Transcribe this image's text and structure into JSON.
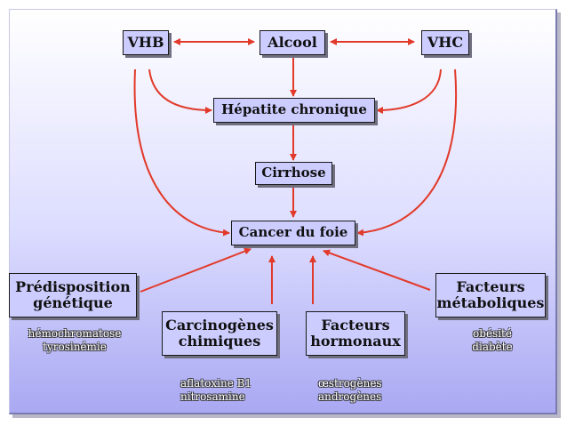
{
  "colors": {
    "arrow": "#e23a2a",
    "box_fill": "#ccccff",
    "background_bottom": "#a9a8f2"
  },
  "nodes": {
    "vhb": "VHB",
    "alcool": "Alcool",
    "vhc": "VHC",
    "hepatite": "Hépatite chronique",
    "cirrhose": "Cirrhose",
    "cancer": "Cancer du foie",
    "predisposition": [
      "Prédisposition",
      "génétique"
    ],
    "carcinogenes": [
      "Carcinogènes",
      "chimiques"
    ],
    "hormonaux": [
      "Facteurs",
      "hormonaux"
    ],
    "metaboliques": [
      "Facteurs",
      "métaboliques"
    ]
  },
  "notes": {
    "predisposition": [
      "hémochromatose",
      "tyrosinémie"
    ],
    "carcinogenes": [
      "aflatoxine B1",
      "nitrosamine"
    ],
    "hormonaux": [
      "œstrogènes",
      "androgènes"
    ],
    "metaboliques": [
      "obésité",
      "diabète"
    ]
  }
}
